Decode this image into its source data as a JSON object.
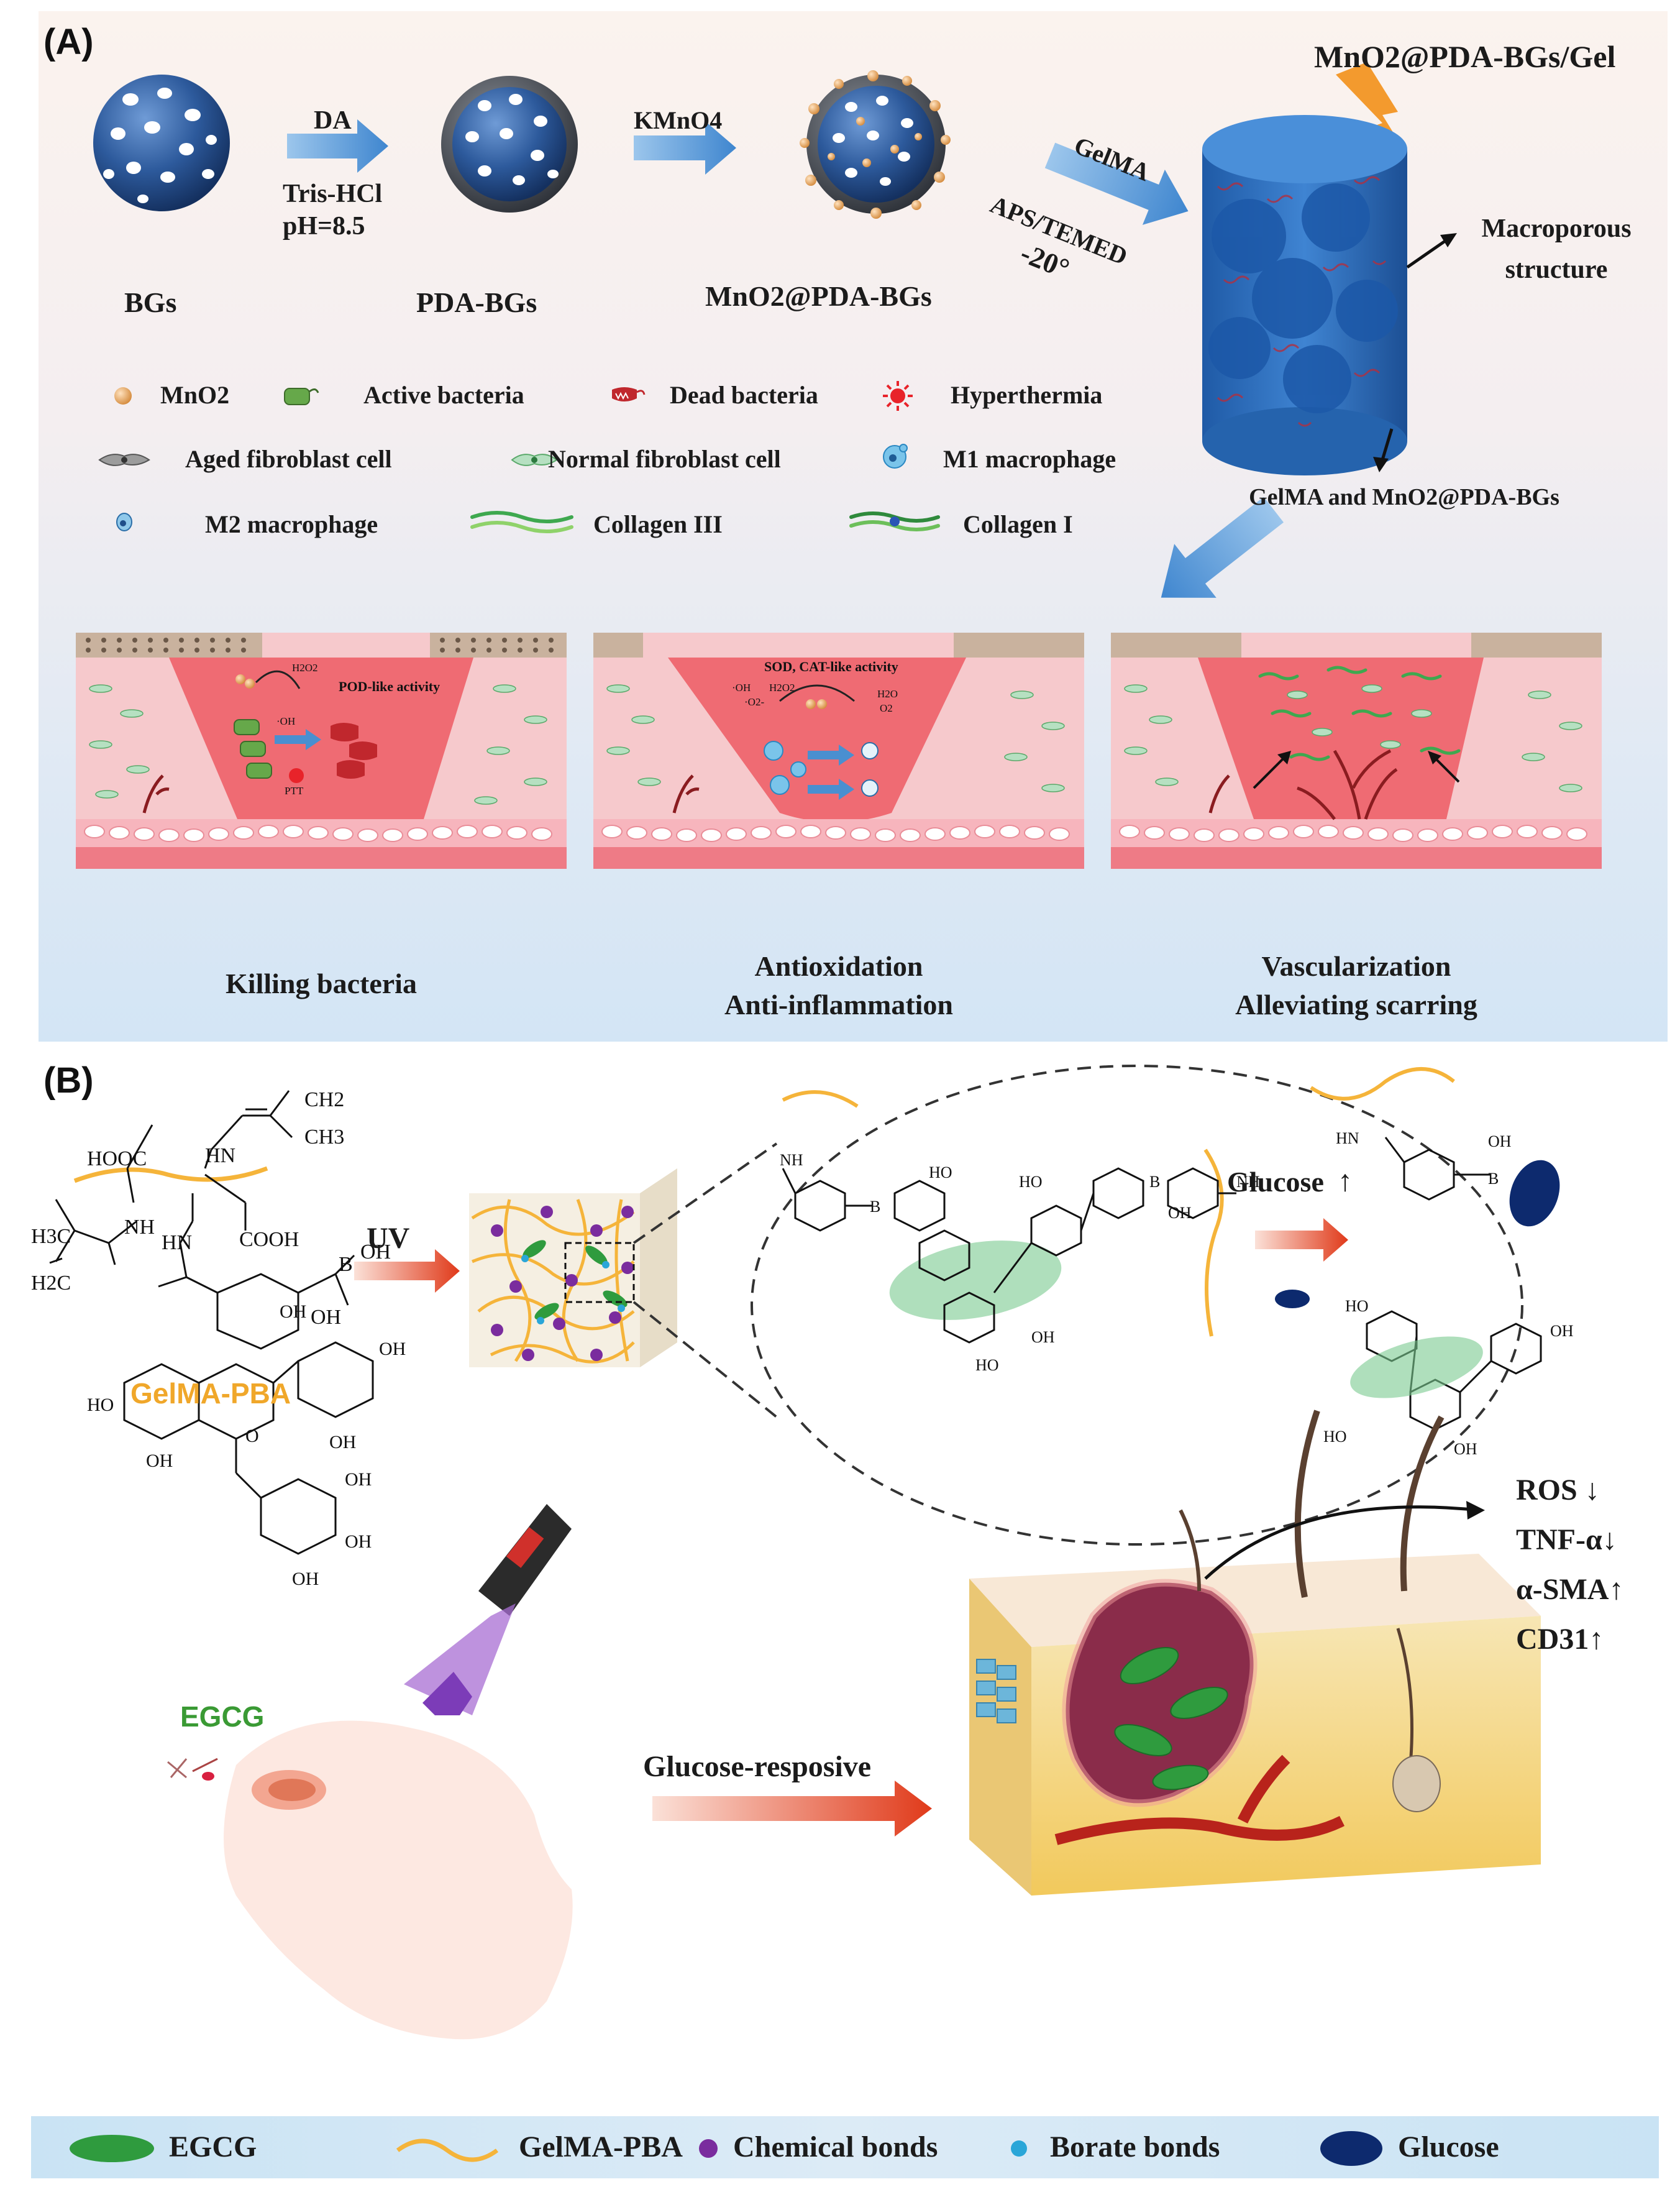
{
  "panel_a": {
    "panel_label": "(A)",
    "product_title": "MnO2@PDA-BGs/Gel",
    "particles": [
      {
        "label": "BGs"
      },
      {
        "label": "PDA-BGs"
      },
      {
        "label": "MnO2@PDA-BGs"
      }
    ],
    "step1": {
      "reagent": "DA",
      "buffer": "Tris-HCl",
      "ph": "pH=8.5"
    },
    "step2": {
      "reagent": "KMnO4"
    },
    "step3": {
      "reagent": "GelMA",
      "initiator": "APS/TEMED",
      "temperature": "-20°"
    },
    "macroporous_label": "Macroporous structure",
    "components_label": "GelMA and MnO2@PDA-BGs",
    "legend": [
      {
        "label": "MnO2",
        "icon": "mno2-particle-icon"
      },
      {
        "label": "Active bacteria",
        "icon": "active-bacteria-icon"
      },
      {
        "label": "Dead bacteria",
        "icon": "dead-bacteria-icon"
      },
      {
        "label": "Hyperthermia",
        "icon": "hyperthermia-icon"
      },
      {
        "label": "Aged fibroblast cell",
        "icon": "aged-fibroblast-icon"
      },
      {
        "label": "Normal fibroblast cell",
        "icon": "normal-fibroblast-icon"
      },
      {
        "label": "M1 macrophage",
        "icon": "m1-macrophage-icon"
      },
      {
        "label": "M2 macrophage",
        "icon": "m2-macrophage-icon"
      },
      {
        "label": "Collagen III",
        "icon": "collagen-iii-icon"
      },
      {
        "label": "Collagen I",
        "icon": "collagen-i-icon"
      }
    ],
    "wounds": [
      {
        "caption_lines": [
          "Killing bacteria"
        ],
        "annotations": [
          "H2O2",
          "POD-like activity",
          "·OH",
          "PTT"
        ]
      },
      {
        "caption_lines": [
          "Antioxidation",
          "Anti-inflammation"
        ],
        "annotations": [
          "SOD, CAT-like activity",
          "·OH",
          "H2O2",
          "·O2-",
          "H2O",
          "O2"
        ]
      },
      {
        "caption_lines": [
          "Vascularization",
          "Alleviating scarring"
        ],
        "annotations": []
      }
    ]
  },
  "panel_b": {
    "panel_label": "(B)",
    "gelma_pba_label": "GelMA-PBA",
    "egcg_label": "EGCG",
    "uv_label": "UV",
    "glucose_label": "Glucose",
    "responsive_label": "Glucose-resposive",
    "markers": [
      {
        "label": "ROS",
        "trend": "↓"
      },
      {
        "label": "TNF-α",
        "trend": "↓"
      },
      {
        "label": "α-SMA",
        "trend": "↑"
      },
      {
        "label": "CD31",
        "trend": "↑"
      }
    ],
    "chem_labels": {
      "hooc": "HOOC",
      "cooh": "COOH",
      "h3c": "H3C",
      "h2c": "H2C",
      "ch2": "CH2",
      "ch3": "CH3",
      "nh": "NH",
      "hn": "HN",
      "n": "N",
      "b": "B",
      "oh": "OH",
      "ho": "HO",
      "o": "O"
    },
    "legend": [
      {
        "label": "EGCG",
        "icon": "egcg-leaf-icon"
      },
      {
        "label": "GelMA-PBA",
        "icon": "gelma-pba-chain-icon"
      },
      {
        "label": "Chemical bonds",
        "icon": "chemical-bond-dot-icon"
      },
      {
        "label": "Borate bonds",
        "icon": "borate-bond-dot-icon"
      },
      {
        "label": "Glucose",
        "icon": "glucose-ellipse-icon"
      }
    ]
  },
  "colors": {
    "sphere_blue": "#2d5a9c",
    "arrow_blue": "#4a8fd0",
    "mno2_orange": "#e0a060",
    "wound_red": "#ef6b73",
    "skin_pink": "#f4b9c0",
    "gelma_yellow": "#f5b43a",
    "egcg_green": "#2f9b3e",
    "bond_purple": "#7a2c9e",
    "borate_blue": "#2aa6d8",
    "glucose_navy": "#0d2a6e",
    "arrow_red": "#e03a1a"
  }
}
